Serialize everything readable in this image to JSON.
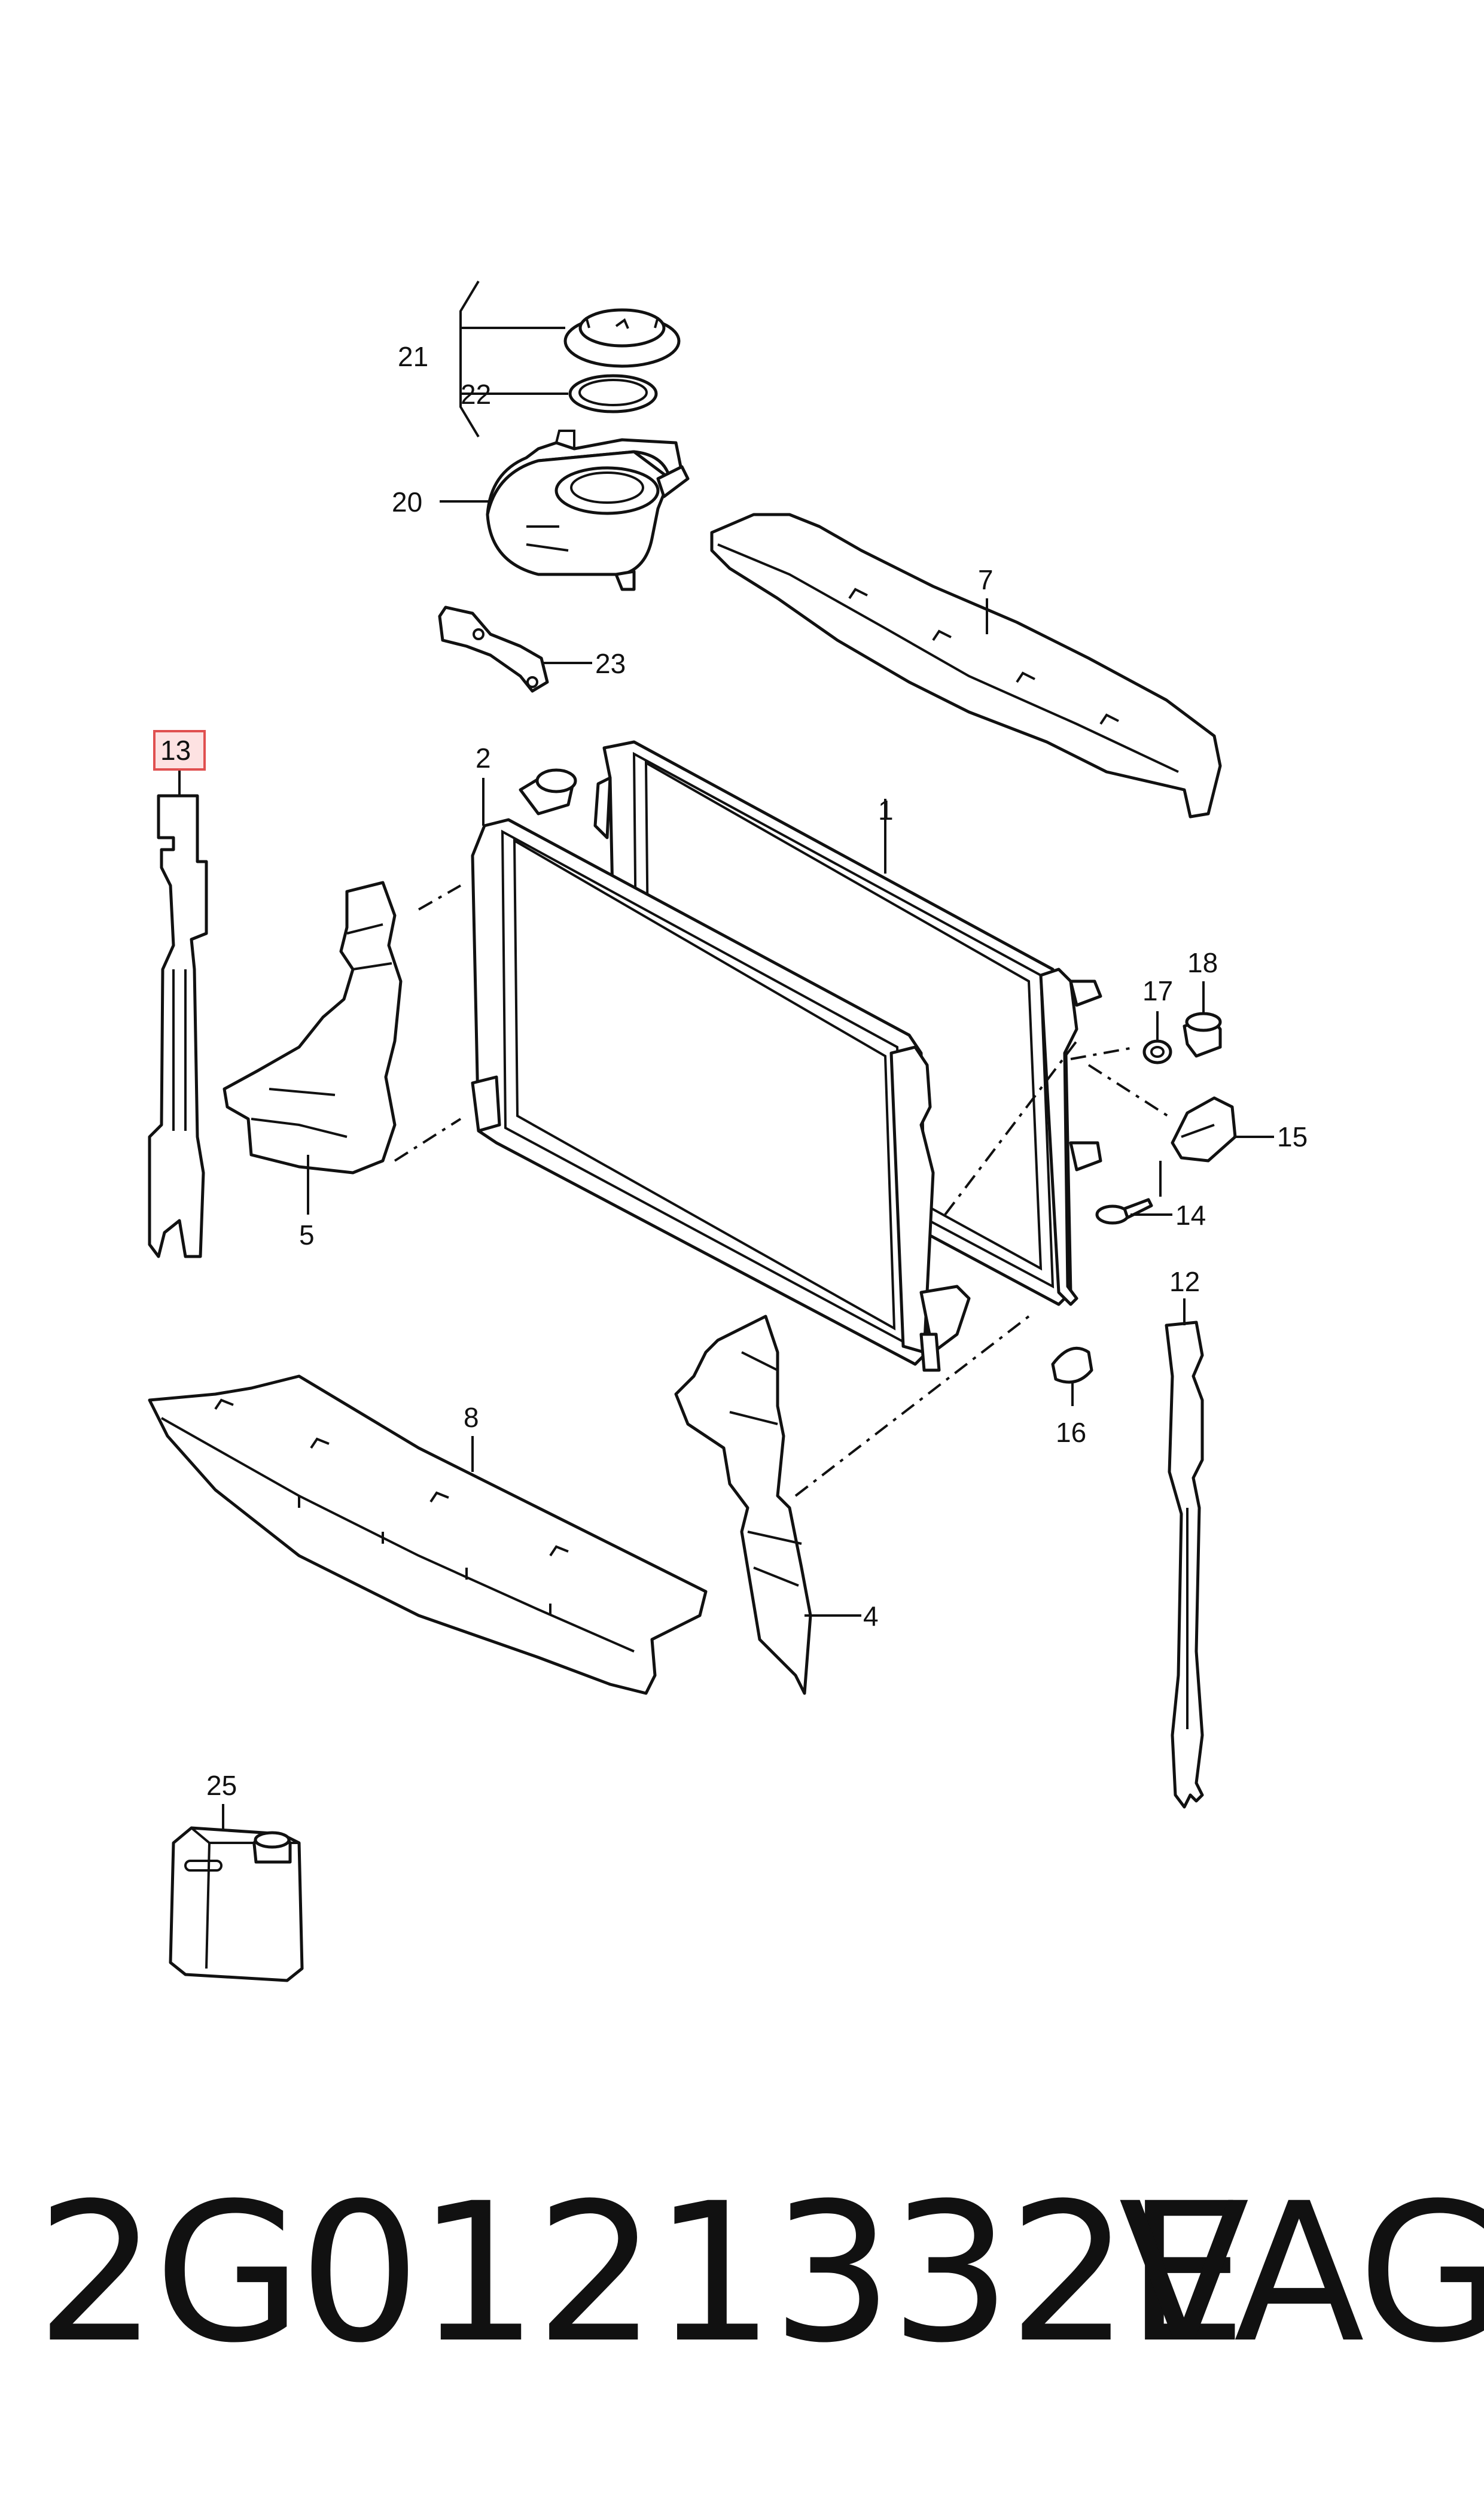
{
  "callouts": {
    "c1": "1",
    "c2": "2",
    "c4": "4",
    "c5": "5",
    "c7": "7",
    "c8": "8",
    "c12": "12",
    "c13": "13",
    "c14": "14",
    "c15": "15",
    "c16": "16",
    "c17": "17",
    "c18": "18",
    "c20": "20",
    "c21": "21",
    "c22": "22",
    "c23": "23",
    "c25": "25"
  },
  "highlighted_callout": "13",
  "caption": {
    "part_number": "2G0121332E",
    "brand": "VAG"
  }
}
